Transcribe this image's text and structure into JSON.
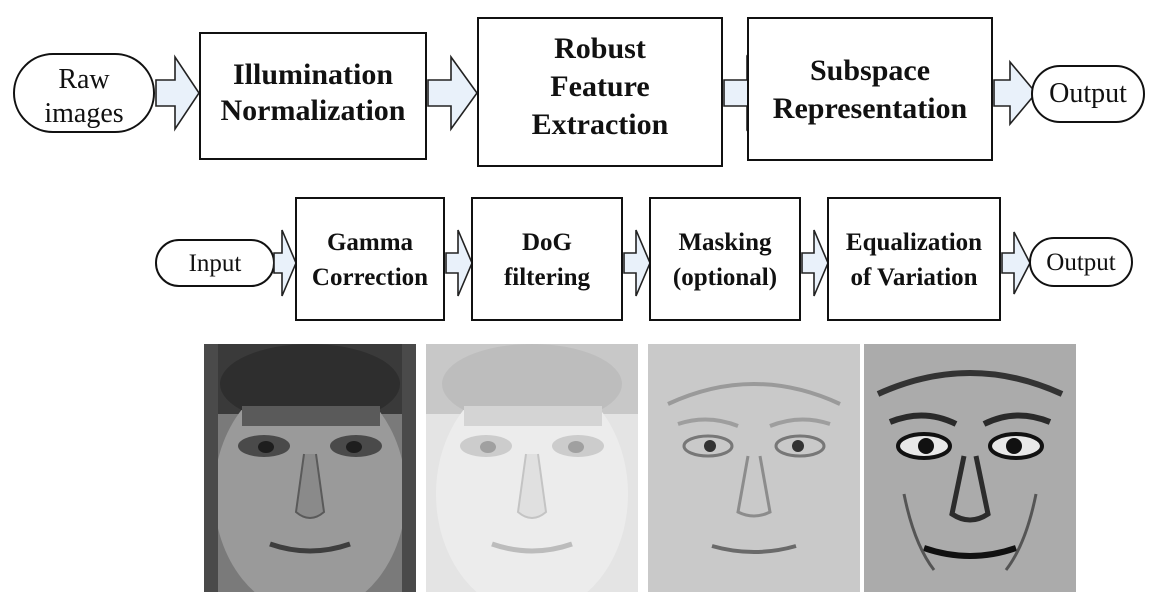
{
  "pipeline_top": {
    "input": [
      "Raw",
      "images"
    ],
    "steps": [
      [
        "Illumination",
        "Normalization"
      ],
      [
        "Robust",
        "Feature",
        "Extraction"
      ],
      [
        "Subspace",
        "Representation"
      ]
    ],
    "output": "Output"
  },
  "pipeline_bottom": {
    "input": "Input",
    "steps": [
      [
        "Gamma",
        "Correction"
      ],
      [
        "DoG",
        "filtering"
      ],
      [
        "Masking",
        "(optional)"
      ],
      [
        "Equalization",
        "of Variation"
      ]
    ],
    "output": "Output"
  },
  "face_images": [
    {
      "icon": "face-photo-original",
      "tone": "#8a8a8a"
    },
    {
      "icon": "face-photo-gamma",
      "tone": "#dcdcdc"
    },
    {
      "icon": "face-photo-dog",
      "tone": "#c6c6c6"
    },
    {
      "icon": "face-photo-equalized",
      "tone": "#a9a9a9"
    }
  ],
  "colors": {
    "arrow_fill": "#e9f1fa",
    "stroke": "#111111"
  }
}
